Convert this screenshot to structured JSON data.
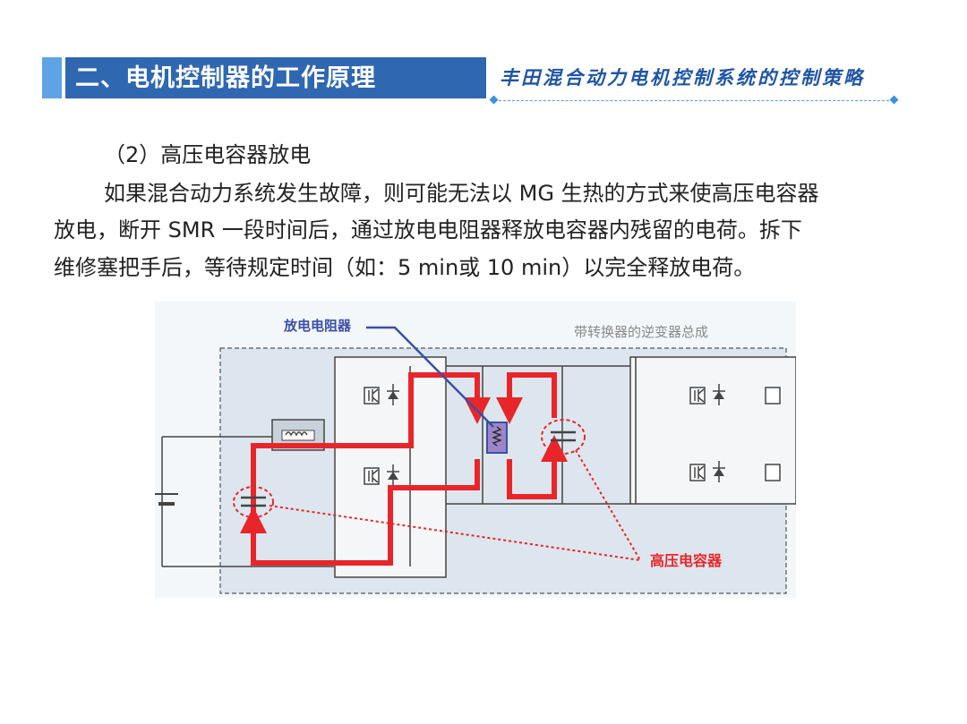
{
  "header": {
    "title": "二、电机控制器的工作原理",
    "subtitle": "丰田混合动力电机控制系统的控制策略"
  },
  "content": {
    "heading": "（2）高压电容器放电",
    "paragraph_line1": "如果混合动力系统发生故障，则可能无法以 MG 生热的方式来使高压电容器",
    "paragraph_line2": "放电，断开 SMR 一段时间后，通过放电电阻器释放电容器内残留的电荷。拆下",
    "paragraph_line3": "维修塞把手后，等待规定时间（如：5 min或 10 min）以完全释放电荷。"
  },
  "diagram": {
    "label_resistor": "放电电阻器",
    "label_inverter": "带转换器的逆变器总成",
    "label_capacitor": "高压电容器",
    "colors": {
      "background": "#e6eef5",
      "current_path": "#e8262a",
      "leader_line": "#3b4fa6"
    }
  }
}
